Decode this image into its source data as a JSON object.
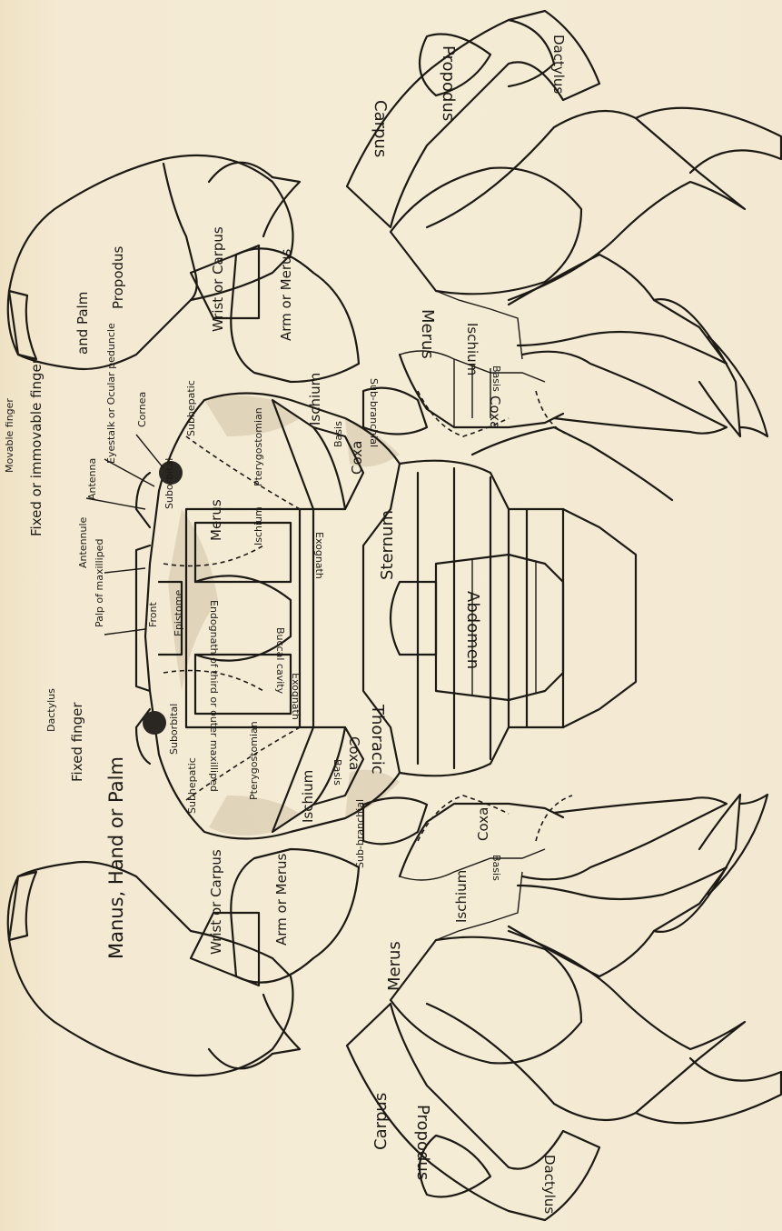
{
  "labels": {
    "dactylus_top": "Dactylus",
    "propodus_top": "Propodus",
    "carpus_top": "Carpus",
    "merus_top": "Merus",
    "ischium_top": "Ischium",
    "basis_top": "Basis",
    "coxa_top": "Coxa",
    "subbranchial_top": "Sub-branchial",
    "fixed_finger_right": "Fixed or immovable finger",
    "movable_finger": "Movable finger",
    "propodus_right": "Propodus",
    "palm_right": "and Palm",
    "wrist_right": "Wrist or Carpus",
    "arm_right": "Arm or Merus",
    "ischium_mid_top": "Ischium",
    "basis_mid_top": "Basis",
    "coxa_mid_top": "Coxa",
    "pterygostomian_top": "Pterygostomian",
    "subhepatic_top": "Subhepatic",
    "cornea": "Cornea",
    "eyestalk": "Eyestalk or Ocular peduncle",
    "suborbital_top": "Suborbital",
    "antenna": "Antenna",
    "antennule": "Antennule",
    "exognath_top": "Exognath",
    "merus_mxp": "Merus",
    "ischium_mxp": "Ischium",
    "buccal_cavity": "Buccal cavity",
    "palp": "Palp of maxilliped",
    "front": "Front",
    "epistome": "Epistome",
    "endognath": "Endognath of third or outer maxilliped",
    "exognath_bottom": "Exognath",
    "sternum": "Sternum",
    "thoracic": "Thoracic",
    "abdomen": "Abdomen",
    "dactylus_left": "Dactylus",
    "fixed_finger_left": "Fixed finger",
    "suborbital_bottom": "Suborbital",
    "subhepatic_bottom": "Subhepatic",
    "pterygostomian_bottom": "Pterygostomian",
    "ischium_mid_bottom": "Ischium",
    "basis_mid_bottom": "Basis",
    "coxa_mid_bottom": "Coxa",
    "subbranchial_bottom": "Sub-branchial",
    "coxa_bottom": "Coxa",
    "basis_bottom": "Basis",
    "ischium_bottom": "Ischium",
    "manus": "Manus, Hand or Palm",
    "wrist_left": "Wrist or Carpus",
    "arm_left": "Arm or Merus",
    "merus_bottom": "Merus",
    "carpus_bottom": "Carpus",
    "propodus_bottom": "Propodus",
    "dactylus_bottom": "Dactylus"
  }
}
